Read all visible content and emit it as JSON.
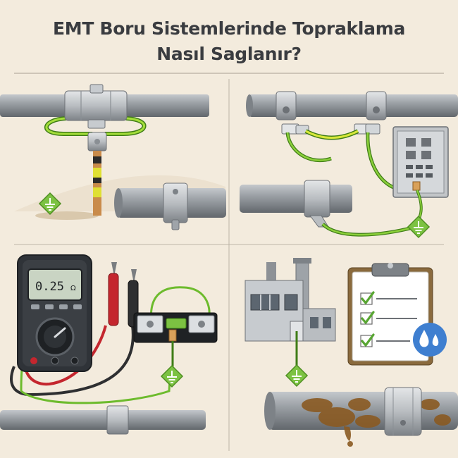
{
  "title": {
    "line1": "EMT Boru Sistemlerinde Topraklama",
    "line2": "Nasıl Saglanır?"
  },
  "multimeter": {
    "reading": "0.25",
    "unit": "Ω"
  },
  "colors": {
    "background": "#f3ebdd",
    "pipe": "#8e9398",
    "ground_wire": "#6dbb2d",
    "ground_symbol": "#7cc242",
    "check": "#58a632",
    "rust": "#8a5a22",
    "meter_body": "#3b3f44",
    "meter_screen": "#c9d4c3"
  },
  "icons": [
    "ground-symbol-icon",
    "multimeter-icon",
    "checklist-icon",
    "water-drop-icon",
    "factory-icon",
    "electrical-panel-icon",
    "pipe-clamp-icon"
  ]
}
